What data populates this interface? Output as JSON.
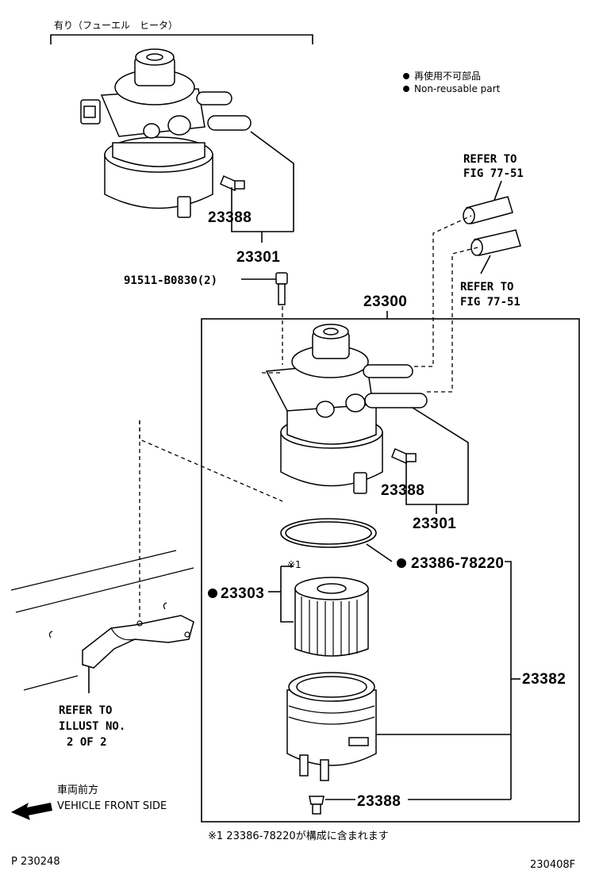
{
  "header": {
    "variant_label": "有り（フューエル　ヒータ）"
  },
  "legend": {
    "bullet": "●",
    "line1": "再使用不可部品",
    "line2": "Non-reusable part"
  },
  "refs": {
    "fig_top_1": "REFER TO",
    "fig_top_2": "FIG 77-51",
    "fig_mid_1": "REFER TO",
    "fig_mid_2": "FIG 77-51",
    "illust_1": "REFER TO",
    "illust_2": "ILLUST NO.",
    "illust_3": "2 OF 2"
  },
  "parts": {
    "p23388_top": "23388",
    "p23301_top": "23301",
    "bolt": "91511-B0830(2)",
    "p23300": "23300",
    "p23388_mid": "23388",
    "p23301_mid": "23301",
    "p23386": "23386-78220",
    "p23303": "23303",
    "p23382": "23382",
    "p23388_bot": "23388",
    "note_mark": "※1"
  },
  "direction": {
    "jp": "車両前方",
    "en": "VEHICLE FRONT SIDE"
  },
  "footer": {
    "note": "※1 23386-78220が構成に含まれます",
    "page_code": "P  230248",
    "diagram_code": "230408F"
  }
}
